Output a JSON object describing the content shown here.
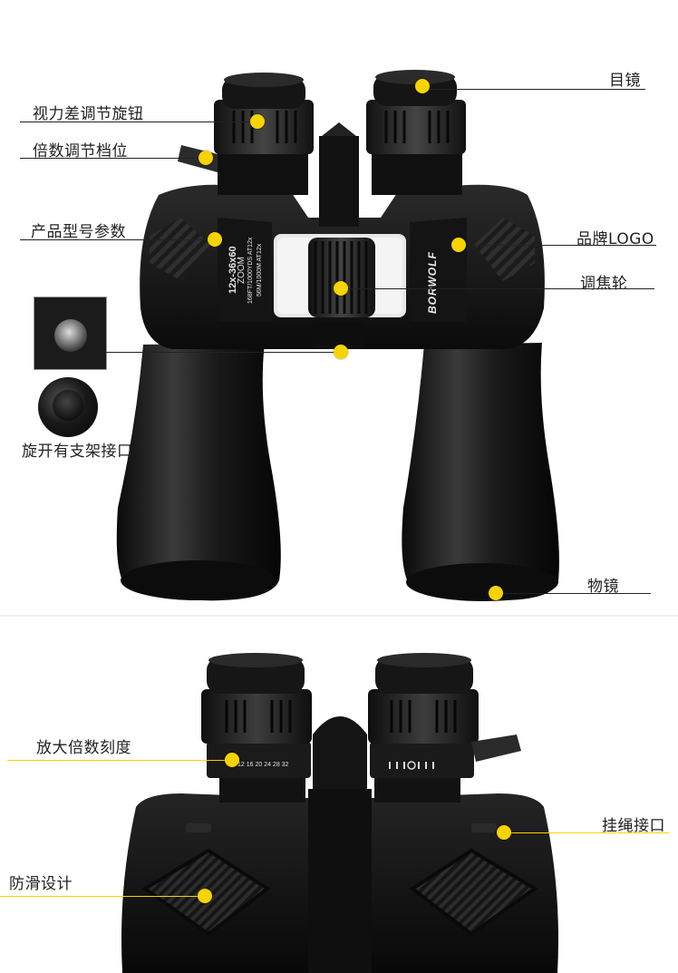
{
  "top_panel": {
    "callouts": {
      "eyepiece": "目镜",
      "diopter_knob": "视力差调节旋钮",
      "zoom_lever": "倍数调节档位",
      "model_params": "产品型号参数",
      "brand_logo": "品牌LOGO",
      "focus_wheel": "调焦轮",
      "tripod_mount": "旋开有支架接口",
      "objective": "物镜"
    },
    "product_print": {
      "brand": "BORWOLF",
      "model": "12x-36x60",
      "zoom": "ZOOM",
      "spec_line_1": "168FT/1000YDS AT12x",
      "spec_line_2": "56M/1000M AT12x"
    }
  },
  "bottom_panel": {
    "callouts": {
      "zoom_scale": "放大倍数刻度",
      "strap_mount": "挂绳接口",
      "anti_slip": "防滑设计"
    },
    "scale_marks": "12 16 20 24 28 32"
  },
  "colors": {
    "dot": "#f7d300",
    "body": "#111111",
    "text": "#222222"
  }
}
